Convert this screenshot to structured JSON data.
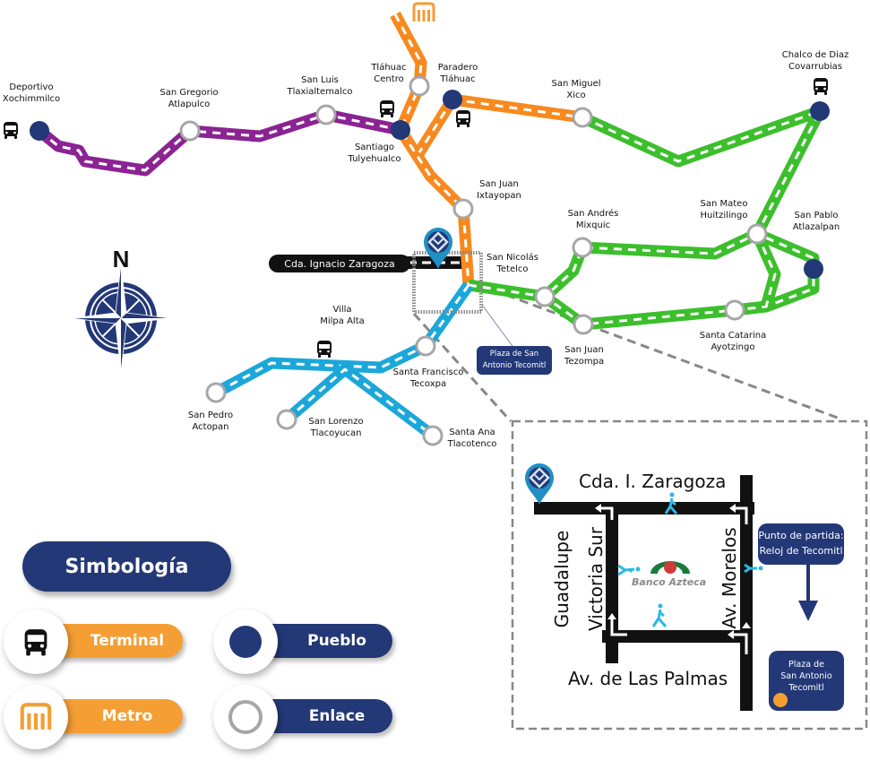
{
  "map": {
    "compass_label": "N",
    "street_tag": "Cda. Ignacio Zaragoza",
    "plaza_tag": "Plaza de San Antonio Tecomitl",
    "lines": {
      "purple": {
        "color": "#8b2393"
      },
      "orange": {
        "color": "#f7891f"
      },
      "green": {
        "color": "#3cbf2c"
      },
      "blue": {
        "color": "#1ba7d9"
      }
    },
    "stations": [
      {
        "name_1": "Deportivo",
        "name_2": "Xochimmilco",
        "type": "pueblo",
        "terminal": true
      },
      {
        "name_1": "San Gregorio",
        "name_2": "Atlapulco",
        "type": "enlace"
      },
      {
        "name_1": "San Luis",
        "name_2": "Tlaxialtemalco",
        "type": "enlace"
      },
      {
        "name_1": "Tláhuac",
        "name_2": "Centro",
        "type": "enlace"
      },
      {
        "name_1": "Paradero",
        "name_2": "Tláhuac",
        "type": "pueblo",
        "terminal": true
      },
      {
        "name_1": "Santiago",
        "name_2": "Tulyehualco",
        "type": "pueblo",
        "terminal": true
      },
      {
        "name_1": "San Miguel",
        "name_2": "Xico",
        "type": "enlace"
      },
      {
        "name_1": "Chalco de Diaz",
        "name_2": "Covarrubias",
        "type": "pueblo",
        "terminal": true
      },
      {
        "name_1": "San Juan",
        "name_2": "Ixtayopan",
        "type": "enlace"
      },
      {
        "name_1": "San Andrés",
        "name_2": "Mixquic",
        "type": "enlace"
      },
      {
        "name_1": "San Mateo",
        "name_2": "Huitzilingo",
        "type": "enlace"
      },
      {
        "name_1": "San Pablo",
        "name_2": "Atlazalpan",
        "type": "pueblo"
      },
      {
        "name_1": "San Nicolás",
        "name_2": "Tetelco",
        "type": "enlace"
      },
      {
        "name_1": "San Juan",
        "name_2": "Tezompa",
        "type": "enlace"
      },
      {
        "name_1": "Santa Catarina",
        "name_2": "Ayotzingo",
        "type": "enlace"
      },
      {
        "name_1": "Villa",
        "name_2": "Milpa Alta",
        "type": "terminal"
      },
      {
        "name_1": "Santa Francisco",
        "name_2": "Tecoxpa",
        "type": "enlace"
      },
      {
        "name_1": "San Pedro",
        "name_2": "Actopan",
        "type": "enlace"
      },
      {
        "name_1": "San Lorenzo",
        "name_2": "Tlacoyucan",
        "type": "enlace"
      },
      {
        "name_1": "Santa Ana",
        "name_2": "Tlacotenco",
        "type": "enlace"
      }
    ]
  },
  "inset": {
    "street_top": "Cda. I. Zaragoza",
    "street_left_1": "Guadalupe",
    "street_left_2": "Victoria Sur",
    "street_right": "Av. Morelos",
    "street_bottom": "Av. de Las Palmas",
    "bank": "Banco Azteca",
    "start_box_1": "Punto de partida:",
    "start_box_2": "Reloj de Tecomitl",
    "plaza_box_1": "Plaza de",
    "plaza_box_2": "San Antonio",
    "plaza_box_3": "Tecomitl"
  },
  "legend": {
    "title": "Simbología",
    "items": [
      {
        "label": "Terminal",
        "icon": "bus-icon"
      },
      {
        "label": "Pueblo",
        "icon": "pueblo-dot-icon"
      },
      {
        "label": "Metro",
        "icon": "metro-icon"
      },
      {
        "label": "Enlace",
        "icon": "enlace-ring-icon"
      }
    ]
  },
  "colors": {
    "navy": "#233876",
    "orange_badge": "#f49e34",
    "enlace_ring": "#a6a6a6"
  }
}
